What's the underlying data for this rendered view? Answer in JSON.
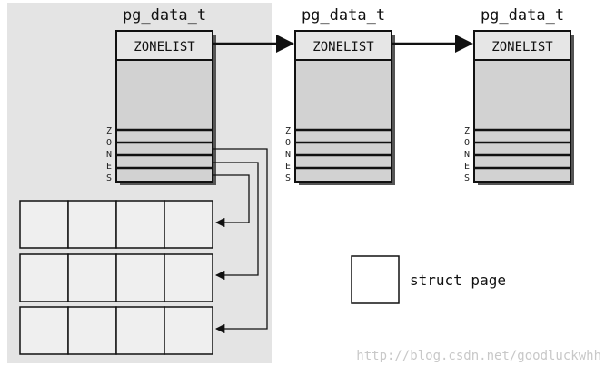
{
  "nodes": [
    {
      "title": "pg_data_t",
      "header": "ZONELIST",
      "zones_label": [
        "Z",
        "O",
        "N",
        "E",
        "S"
      ]
    },
    {
      "title": "pg_data_t",
      "header": "ZONELIST",
      "zones_label": [
        "Z",
        "O",
        "N",
        "E",
        "S"
      ]
    },
    {
      "title": "pg_data_t",
      "header": "ZONELIST",
      "zones_label": [
        "Z",
        "O",
        "N",
        "E",
        "S"
      ]
    }
  ],
  "legend": {
    "label": "struct page"
  },
  "watermark": "http://blog.csdn.net/goodluckwhh",
  "colors": {
    "panel": "#e4e4e4",
    "block_fill": "#d2d2d2",
    "header_fill": "#e6e6e6",
    "page_cell_fill": "#efefef",
    "stroke": "#111111",
    "shadow": "#555555"
  }
}
